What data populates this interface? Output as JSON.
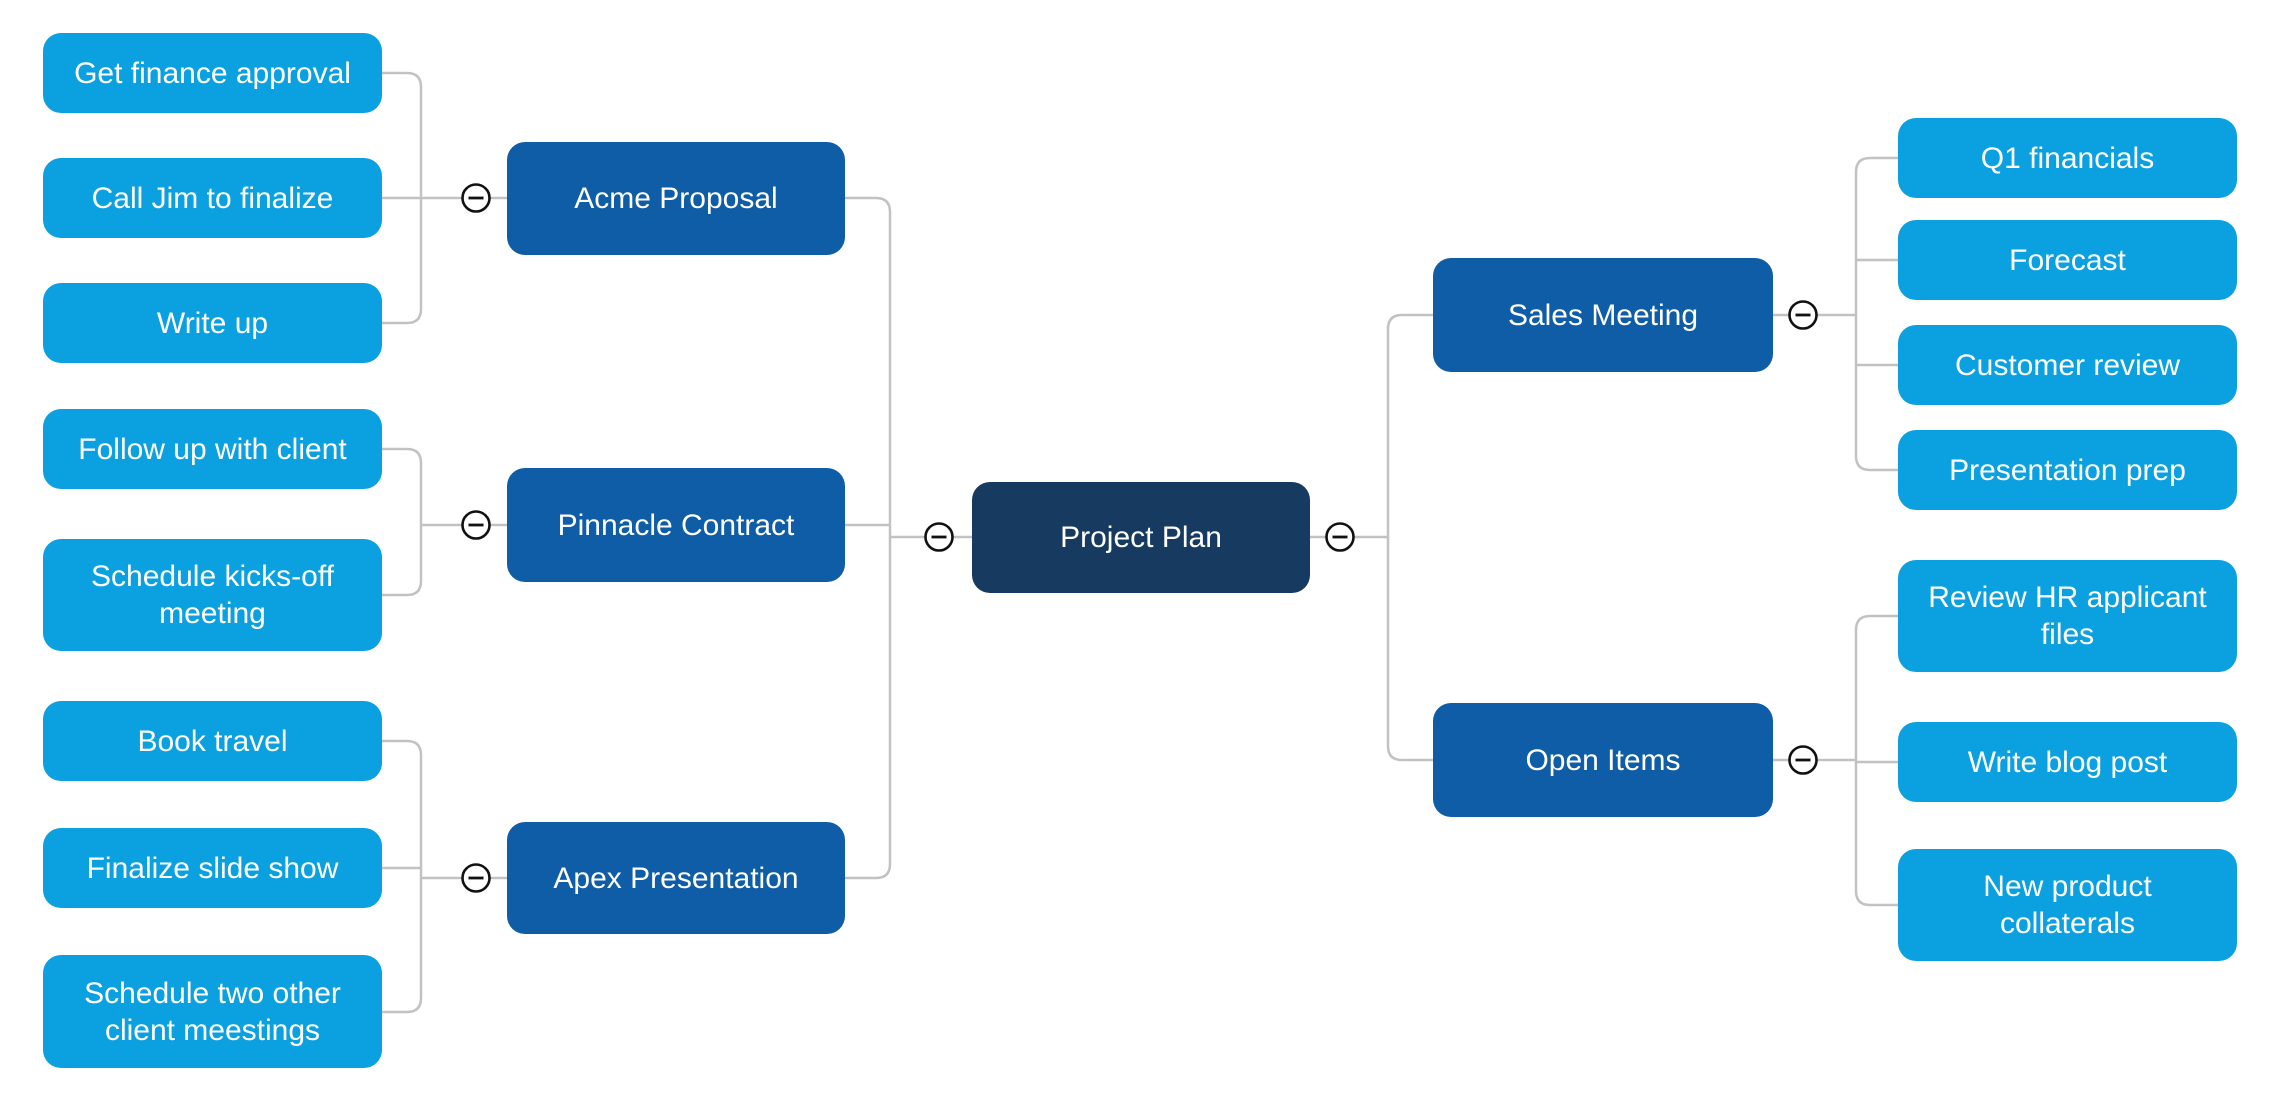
{
  "diagram": {
    "type": "mindmap",
    "root": {
      "label": "Project Plan"
    },
    "left_branches": [
      {
        "label": "Acme Proposal",
        "children": [
          {
            "label": "Get finance approval"
          },
          {
            "label": "Call Jim to finalize"
          },
          {
            "label": "Write up"
          }
        ]
      },
      {
        "label": "Pinnacle Contract",
        "children": [
          {
            "label": "Follow up with client"
          },
          {
            "label": "Schedule kicks-off meeting"
          }
        ]
      },
      {
        "label": "Apex Presentation",
        "children": [
          {
            "label": "Book travel"
          },
          {
            "label": "Finalize slide show"
          },
          {
            "label": "Schedule two other client meestings"
          }
        ]
      }
    ],
    "right_branches": [
      {
        "label": "Sales Meeting",
        "children": [
          {
            "label": "Q1 financials"
          },
          {
            "label": "Forecast"
          },
          {
            "label": "Customer review"
          },
          {
            "label": "Presentation prep"
          }
        ]
      },
      {
        "label": "Open Items",
        "children": [
          {
            "label": "Review HR applicant files"
          },
          {
            "label": "Write blog post"
          },
          {
            "label": "New product collaterals"
          }
        ]
      }
    ]
  },
  "icons": {
    "collapse": {
      "name": "minus-circle-icon",
      "glyph": "−"
    }
  },
  "colors": {
    "canvas-bg": "#ffffff",
    "root-fill": "#173a60",
    "branch-fill": "#0f5da6",
    "leaf-fill": "#0ba1e1",
    "node-text": "#ffffff",
    "connector-color": "#c2c2c2",
    "collapse-stroke": "#111111",
    "collapse-fill": "#ffffff"
  }
}
